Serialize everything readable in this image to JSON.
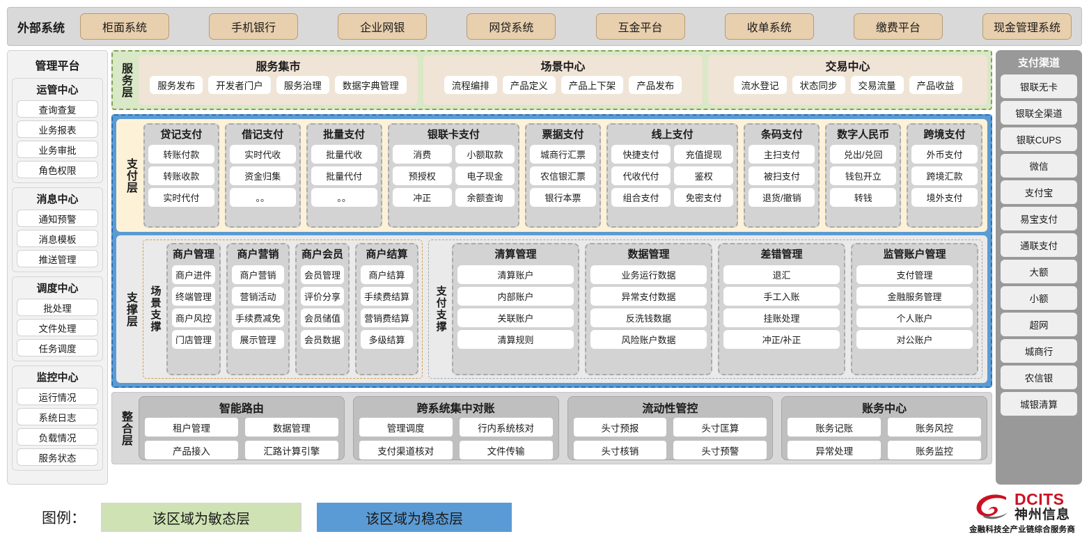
{
  "external": {
    "title": "外部系统",
    "items": [
      "柜面系统",
      "手机银行",
      "企业网银",
      "网贷系统",
      "互金平台",
      "收单系统",
      "缴费平台",
      "现金管理系统"
    ]
  },
  "management": {
    "title": "管理平台",
    "groups": [
      {
        "title": "运管中心",
        "items": [
          "查询查复",
          "业务报表",
          "业务审批",
          "角色权限"
        ]
      },
      {
        "title": "消息中心",
        "items": [
          "通知预警",
          "消息模板",
          "推送管理"
        ]
      },
      {
        "title": "调度中心",
        "items": [
          "批处理",
          "文件处理",
          "任务调度"
        ]
      },
      {
        "title": "监控中心",
        "items": [
          "运行情况",
          "系统日志",
          "负载情况",
          "服务状态"
        ]
      }
    ]
  },
  "channels": {
    "title": "支付渠道",
    "items": [
      "银联无卡",
      "银联全渠道",
      "银联CUPS",
      "微信",
      "支付宝",
      "易宝支付",
      "通联支付",
      "大额",
      "小额",
      "超网",
      "城商行",
      "农信银",
      "城银清算"
    ]
  },
  "service_layer": {
    "label": "服务层",
    "groups": [
      {
        "title": "服务集市",
        "items": [
          "服务发布",
          "开发者门户",
          "服务治理",
          "数据字典管理"
        ]
      },
      {
        "title": "场景中心",
        "items": [
          "流程编排",
          "产品定义",
          "产品上下架",
          "产品发布"
        ]
      },
      {
        "title": "交易中心",
        "items": [
          "流水登记",
          "状态同步",
          "交易流量",
          "产品收益"
        ]
      }
    ]
  },
  "payment_layer": {
    "label": "支付层",
    "columns": [
      {
        "title": "贷记支付",
        "cols": 1,
        "items": [
          "转账付款",
          "转账收款",
          "实时代付"
        ]
      },
      {
        "title": "借记支付",
        "cols": 1,
        "items": [
          "实时代收",
          "资金归集",
          "。。"
        ]
      },
      {
        "title": "批量支付",
        "cols": 1,
        "items": [
          "批量代收",
          "批量代付",
          "。。"
        ]
      },
      {
        "title": "银联卡支付",
        "cols": 2,
        "items": [
          "消费",
          "小额取款",
          "预授权",
          "电子现金",
          "冲正",
          "余额查询"
        ]
      },
      {
        "title": "票据支付",
        "cols": 1,
        "items": [
          "城商行汇票",
          "农信银汇票",
          "银行本票"
        ]
      },
      {
        "title": "线上支付",
        "cols": 2,
        "items": [
          "快捷支付",
          "充值提现",
          "代收代付",
          "鉴权",
          "组合支付",
          "免密支付"
        ]
      },
      {
        "title": "条码支付",
        "cols": 1,
        "items": [
          "主扫支付",
          "被扫支付",
          "退货/撤销"
        ]
      },
      {
        "title": "数字人民币",
        "cols": 1,
        "items": [
          "兑出/兑回",
          "钱包开立",
          "转钱"
        ]
      },
      {
        "title": "跨境支付",
        "cols": 1,
        "items": [
          "外币支付",
          "跨境汇款",
          "境外支付"
        ]
      }
    ]
  },
  "support_layer": {
    "label": "支撑层",
    "zones": [
      {
        "label": "场景支撑",
        "columns": [
          {
            "title": "商户管理",
            "items": [
              "商户进件",
              "终端管理",
              "商户风控",
              "门店管理"
            ]
          },
          {
            "title": "商户营销",
            "items": [
              "商户营销",
              "营销活动",
              "手续费减免",
              "展示管理"
            ]
          },
          {
            "title": "商户会员",
            "items": [
              "会员管理",
              "评价分享",
              "会员储值",
              "会员数据"
            ]
          },
          {
            "title": "商户结算",
            "items": [
              "商户结算",
              "手续费结算",
              "营销费结算",
              "多级结算"
            ]
          }
        ]
      },
      {
        "label": "支付支撑",
        "columns": [
          {
            "title": "清算管理",
            "items": [
              "清算账户",
              "内部账户",
              "关联账户",
              "清算规则"
            ]
          },
          {
            "title": "数据管理",
            "items": [
              "业务运行数据",
              "异常支付数据",
              "反洗钱数据",
              "风险账户数据"
            ]
          },
          {
            "title": "差错管理",
            "items": [
              "退汇",
              "手工入账",
              "挂账处理",
              "冲正/补正"
            ]
          },
          {
            "title": "监管账户管理",
            "items": [
              "支付管理",
              "金融服务管理",
              "个人账户",
              "对公账户"
            ]
          }
        ]
      }
    ]
  },
  "integration_layer": {
    "label": "整合层",
    "groups": [
      {
        "title": "智能路由",
        "items": [
          "租户管理",
          "数据管理",
          "产品接入",
          "汇路计算引擎"
        ]
      },
      {
        "title": "跨系统集中对账",
        "items": [
          "管理调度",
          "行内系统核对",
          "支付渠道核对",
          "文件传输"
        ]
      },
      {
        "title": "流动性管控",
        "items": [
          "头寸预报",
          "头寸匡算",
          "头寸核销",
          "头寸预警"
        ]
      },
      {
        "title": "账务中心",
        "items": [
          "账务记账",
          "账务风控",
          "异常处理",
          "账务监控"
        ]
      }
    ]
  },
  "legend": {
    "label": "图例：",
    "agile": "该区域为敏态层",
    "stable": "该区域为稳态层"
  },
  "logo": {
    "en": "DCITS",
    "cn": "神州信息",
    "tagline": "金融科技全产业链综合服务商"
  },
  "colors": {
    "agile_green": "#d9e8c6",
    "stable_blue": "#5b9bd5",
    "payment_cream": "#fdf2d8",
    "external_chip": "#e8cfae",
    "channel_gray": "#999999",
    "brand_red": "#cc1122"
  }
}
